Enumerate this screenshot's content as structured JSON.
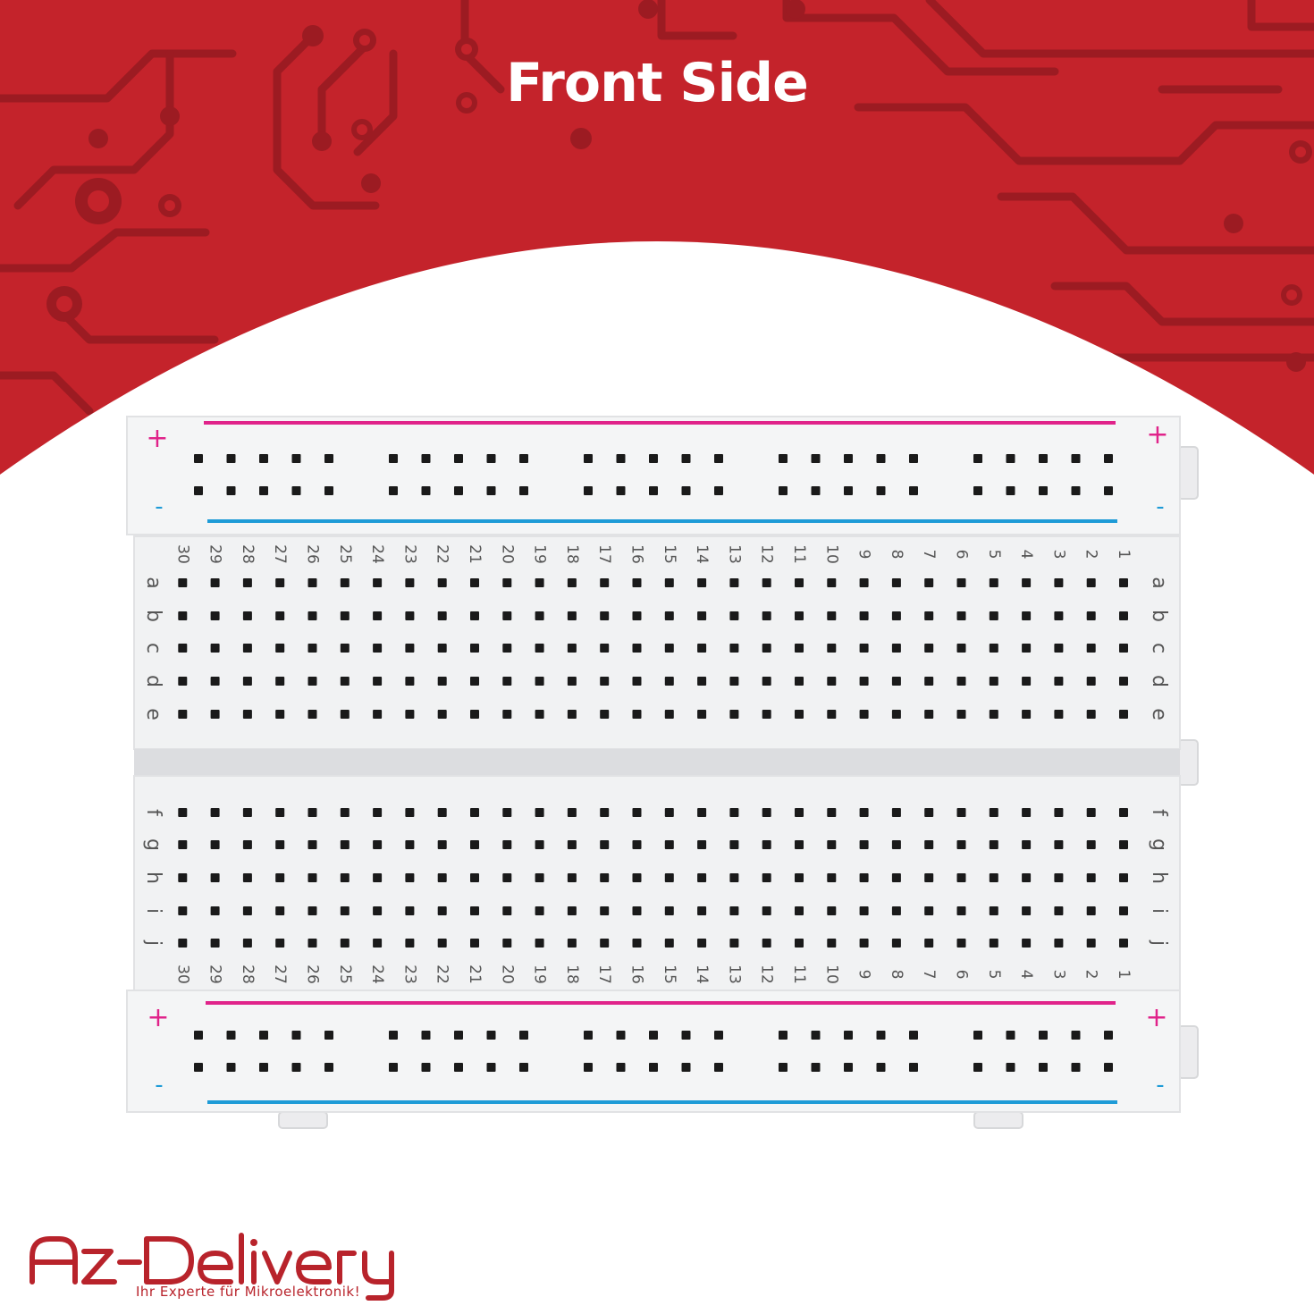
{
  "header": {
    "title": "Front Side"
  },
  "breadboard": {
    "rail_plus_symbol": "+",
    "rail_minus_symbol": "-",
    "column_numbers": [
      "1",
      "2",
      "3",
      "4",
      "5",
      "6",
      "7",
      "8",
      "9",
      "10",
      "11",
      "12",
      "13",
      "14",
      "15",
      "16",
      "17",
      "18",
      "19",
      "20",
      "21",
      "22",
      "23",
      "24",
      "25",
      "26",
      "27",
      "28",
      "29",
      "30"
    ],
    "top_row_letters": [
      "a",
      "b",
      "c",
      "d",
      "e"
    ],
    "bottom_row_letters": [
      "f",
      "g",
      "h",
      "i",
      "j"
    ],
    "colors": {
      "positive_rail": "#e0238a",
      "negative_rail": "#1e9bd7",
      "board": "#f4f5f6",
      "hole": "#1a1a1a"
    }
  },
  "brand": {
    "name": "AZ-Delivery",
    "tagline": "Ihr Experte für Mikroelektronik!",
    "color": "#b8232b"
  },
  "theme": {
    "banner_color": "#c4232b",
    "trace_color": "#9c1b22"
  }
}
